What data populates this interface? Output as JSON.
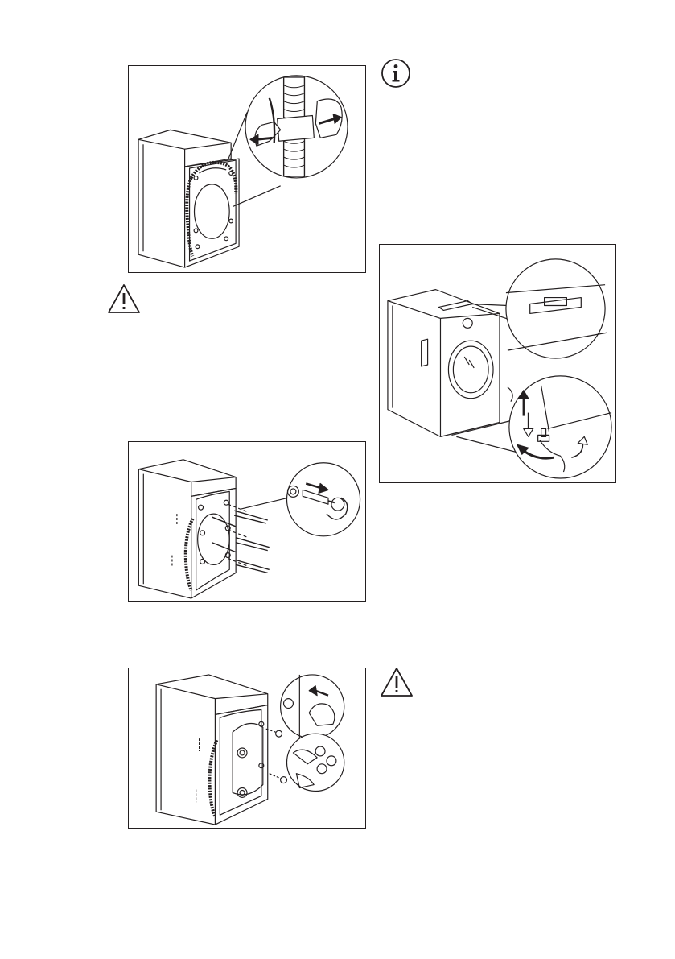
{
  "page": {
    "background": "#ffffff",
    "line_color": "#231f20"
  },
  "icons": {
    "warning_1": "warning-triangle-icon",
    "info": "info-circle-icon",
    "warning_2": "warning-triangle-icon"
  },
  "figures": [
    {
      "id": "clamp",
      "depicts": "hose-clamp-removal"
    },
    {
      "id": "screws",
      "depicts": "transit-bolt-removal"
    },
    {
      "id": "caps",
      "depicts": "plastic-cap-insertion"
    },
    {
      "id": "level",
      "depicts": "spirit-level-and-foot-adjustment"
    }
  ]
}
